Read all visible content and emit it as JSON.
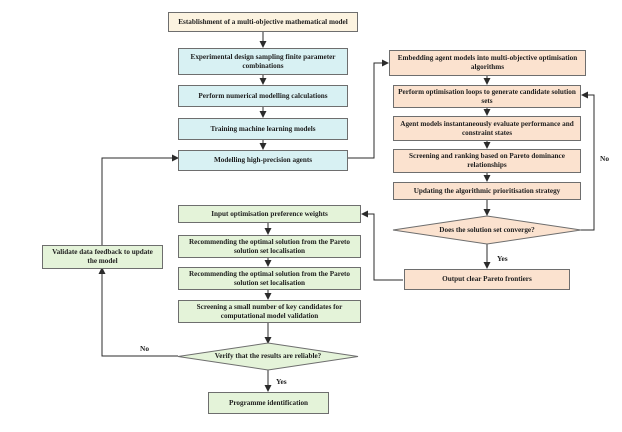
{
  "nodes": {
    "establish": "Establishment of a multi-objective mathematical model",
    "experimental_design": "Experimental design sampling finite parameter combinations",
    "numerical_modelling": "Perform numerical modelling calculations",
    "training_ml": "Training machine learning models",
    "modelling_agents": "Modelling high-precision agents",
    "embedding_agents": "Embedding agent models into multi-objective optimisation algorithms",
    "optimisation_loops": "Perform optimisation loops to generate candidate solution sets",
    "agent_evaluate": "Agent models instantaneously evaluate performance and constraint states",
    "pareto_screening": "Screening and ranking based on Pareto dominance relationships",
    "update_strategy": "Updating the algorithmic prioritisation strategy",
    "converge_decision": "Does the solution set converge?",
    "output_pareto": "Output clear Pareto frontiers",
    "input_weights": "Input optimisation preference weights",
    "recommend_1": "Recommending the optimal solution from the Pareto solution set localisation",
    "recommend_2": "Recommending the optimal solution from the Pareto solution set localisation",
    "screening_candidates": "Screening a small number of key candidates for computational model validation",
    "verify_decision": "Verify that the results are reliable?",
    "programme_identification": "Programme identification",
    "validate_feedback": "Validate data feedback to update the model"
  },
  "edge_labels": {
    "converge_no": "No",
    "converge_yes": "Yes",
    "verify_no": "No",
    "verify_yes": "Yes"
  },
  "colors": {
    "cream": "#fcf3e0",
    "blue": "#d8f1f3",
    "peach": "#fbe2cf",
    "green": "#e4f3d9",
    "stroke": "#2b2b2b"
  }
}
